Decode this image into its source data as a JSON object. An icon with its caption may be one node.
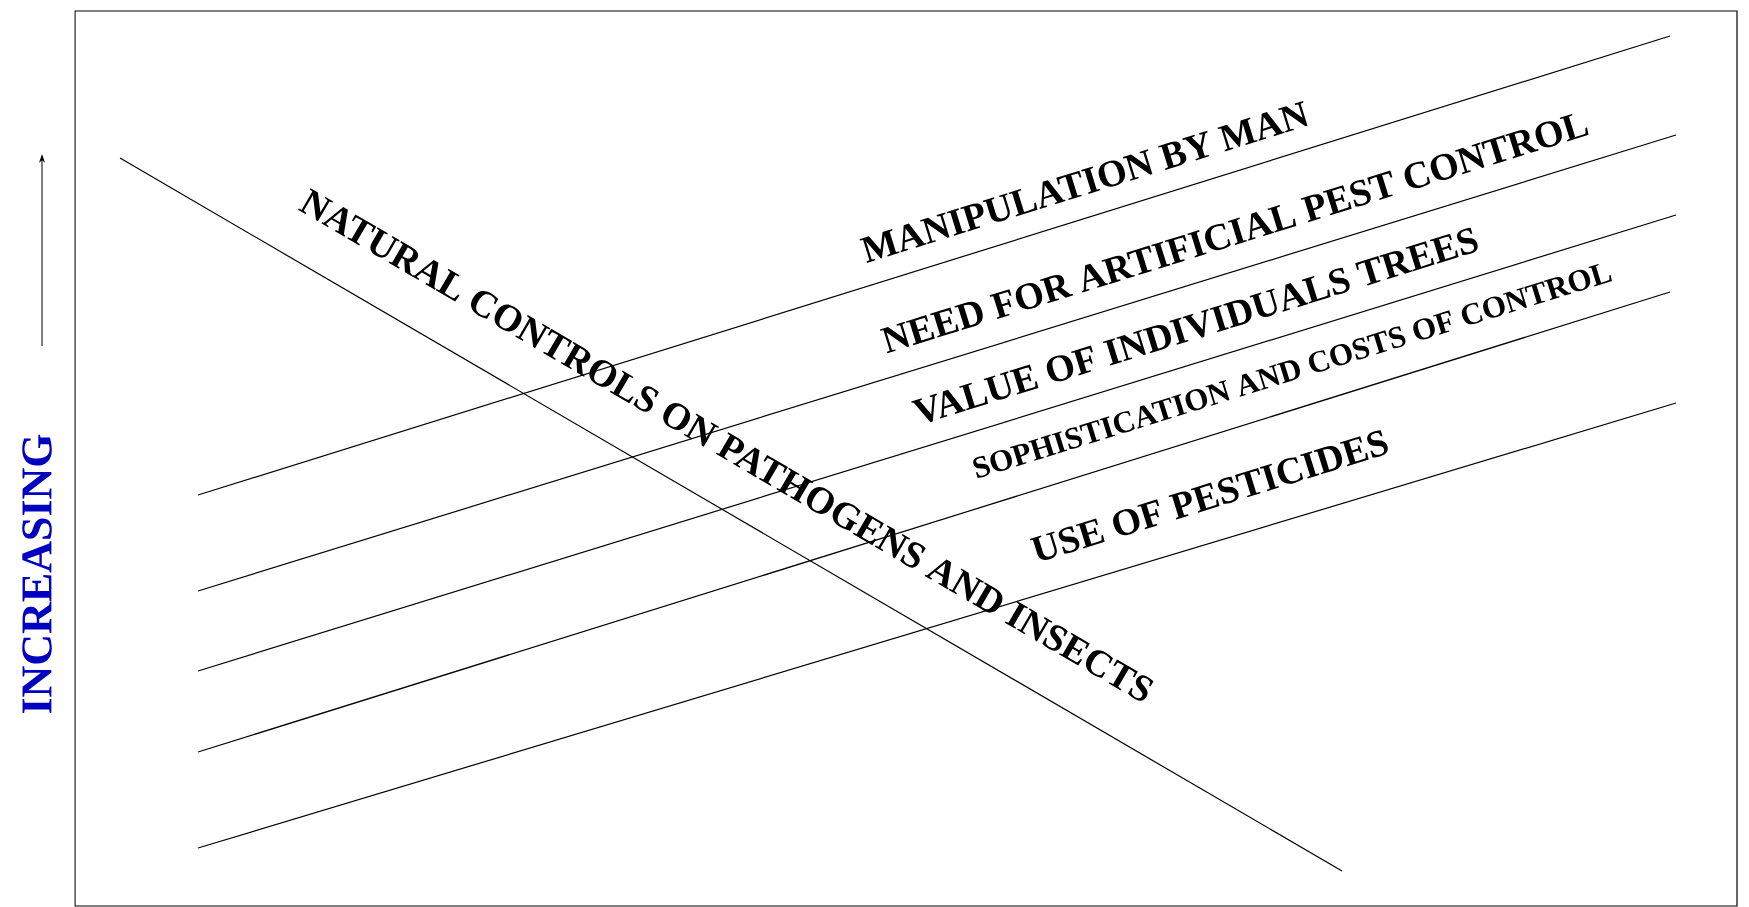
{
  "diagram": {
    "labels": [
      "MANIPULATION BY MAN",
      "NEED FOR ARTIFICIAL PEST CONTROL",
      "NATURAL CONTROLS ON PATHOGENS AND INSECTS",
      "VALUE OF INDIVIDUALS TREES",
      "SOPHISTICATION AND COSTS OF CONTROL",
      "USE OF PESTICIDES",
      "INCREASING"
    ]
  }
}
